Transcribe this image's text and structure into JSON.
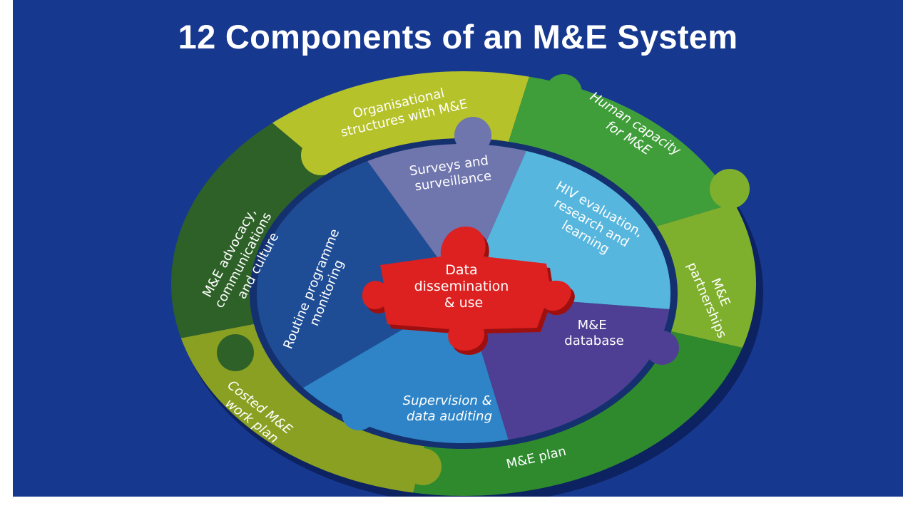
{
  "title": "12 Components of an M&E System",
  "colors": {
    "background": "#17388f",
    "organisational": "#b5c22a",
    "human_capacity": "#3f9e3a",
    "partnerships": "#7fb02d",
    "plan": "#2e8a2d",
    "costed": "#8aa023",
    "advocacy": "#2e6128",
    "surveys": "#6f75ad",
    "hiv": "#57b6de",
    "database": "#4e3f94",
    "supervision": "#2e84c6",
    "routine": "#1f4d95",
    "data_dissemination": "#dd2020"
  },
  "outer_ring": {
    "organisational": [
      "Organisational",
      "structures with M&E"
    ],
    "human_capacity": [
      "Human capacity",
      "for M&E"
    ],
    "partnerships": [
      "M&E",
      "partnerships"
    ],
    "plan": [
      "M&E plan"
    ],
    "costed": [
      "Costed M&E",
      "work plan"
    ],
    "advocacy": [
      "M&E advocacy,",
      "communications",
      "and culture"
    ]
  },
  "inner_ring": {
    "surveys": [
      "Surveys and",
      "surveillance"
    ],
    "hiv": [
      "HIV evaluation,",
      "research  and",
      "learning"
    ],
    "database": [
      "M&E",
      "database"
    ],
    "supervision": [
      "Supervision &",
      "data auditing"
    ],
    "routine": [
      "Routine programme",
      "monitoring"
    ]
  },
  "center": [
    "Data",
    "dissemination",
    "& use"
  ]
}
